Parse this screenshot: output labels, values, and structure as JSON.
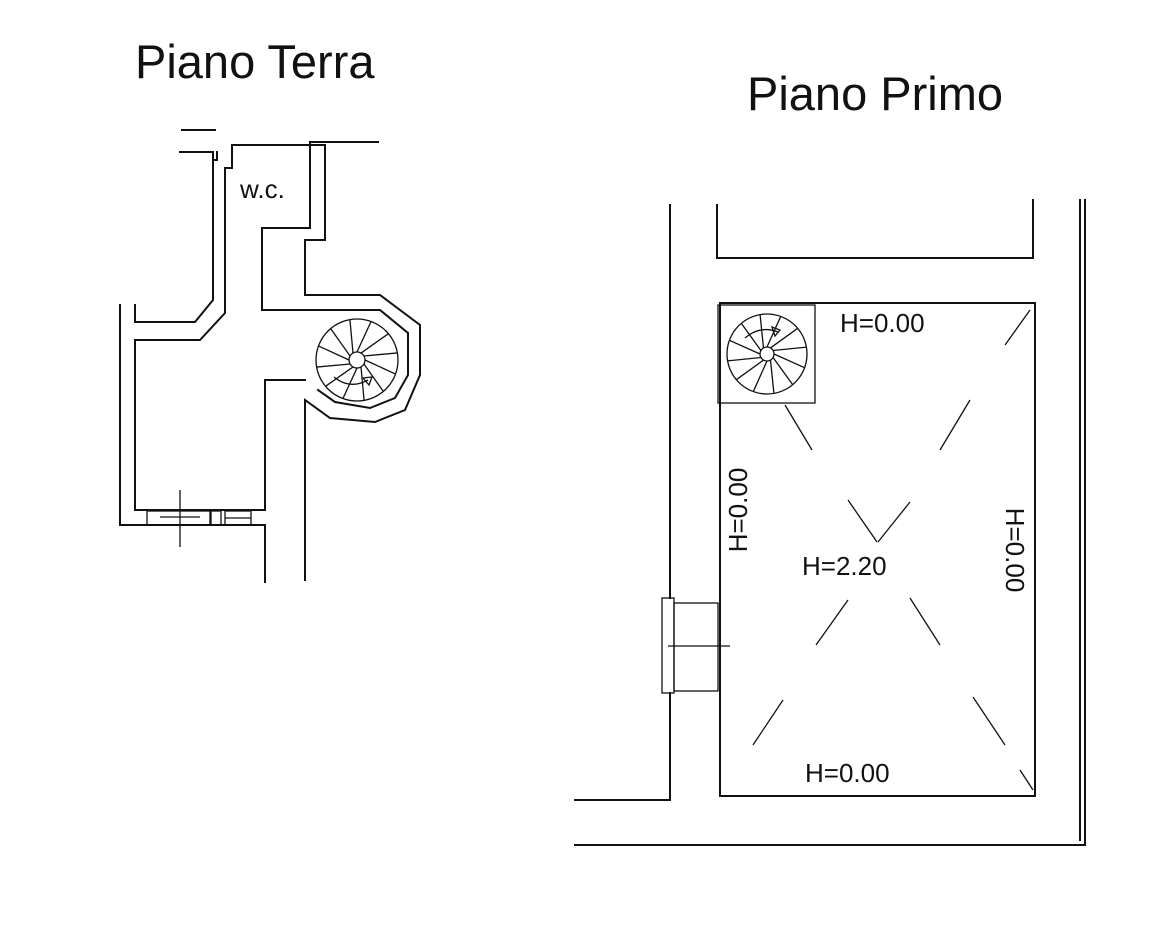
{
  "piano_terra": {
    "title": "Piano Terra",
    "wc_label": "w.c."
  },
  "piano_primo": {
    "title": "Piano Primo",
    "h_top": "H=0.00",
    "h_left": "H=0.00",
    "h_center": "H=2.20",
    "h_right": "H=0.00",
    "h_bottom": "H=0.00"
  }
}
